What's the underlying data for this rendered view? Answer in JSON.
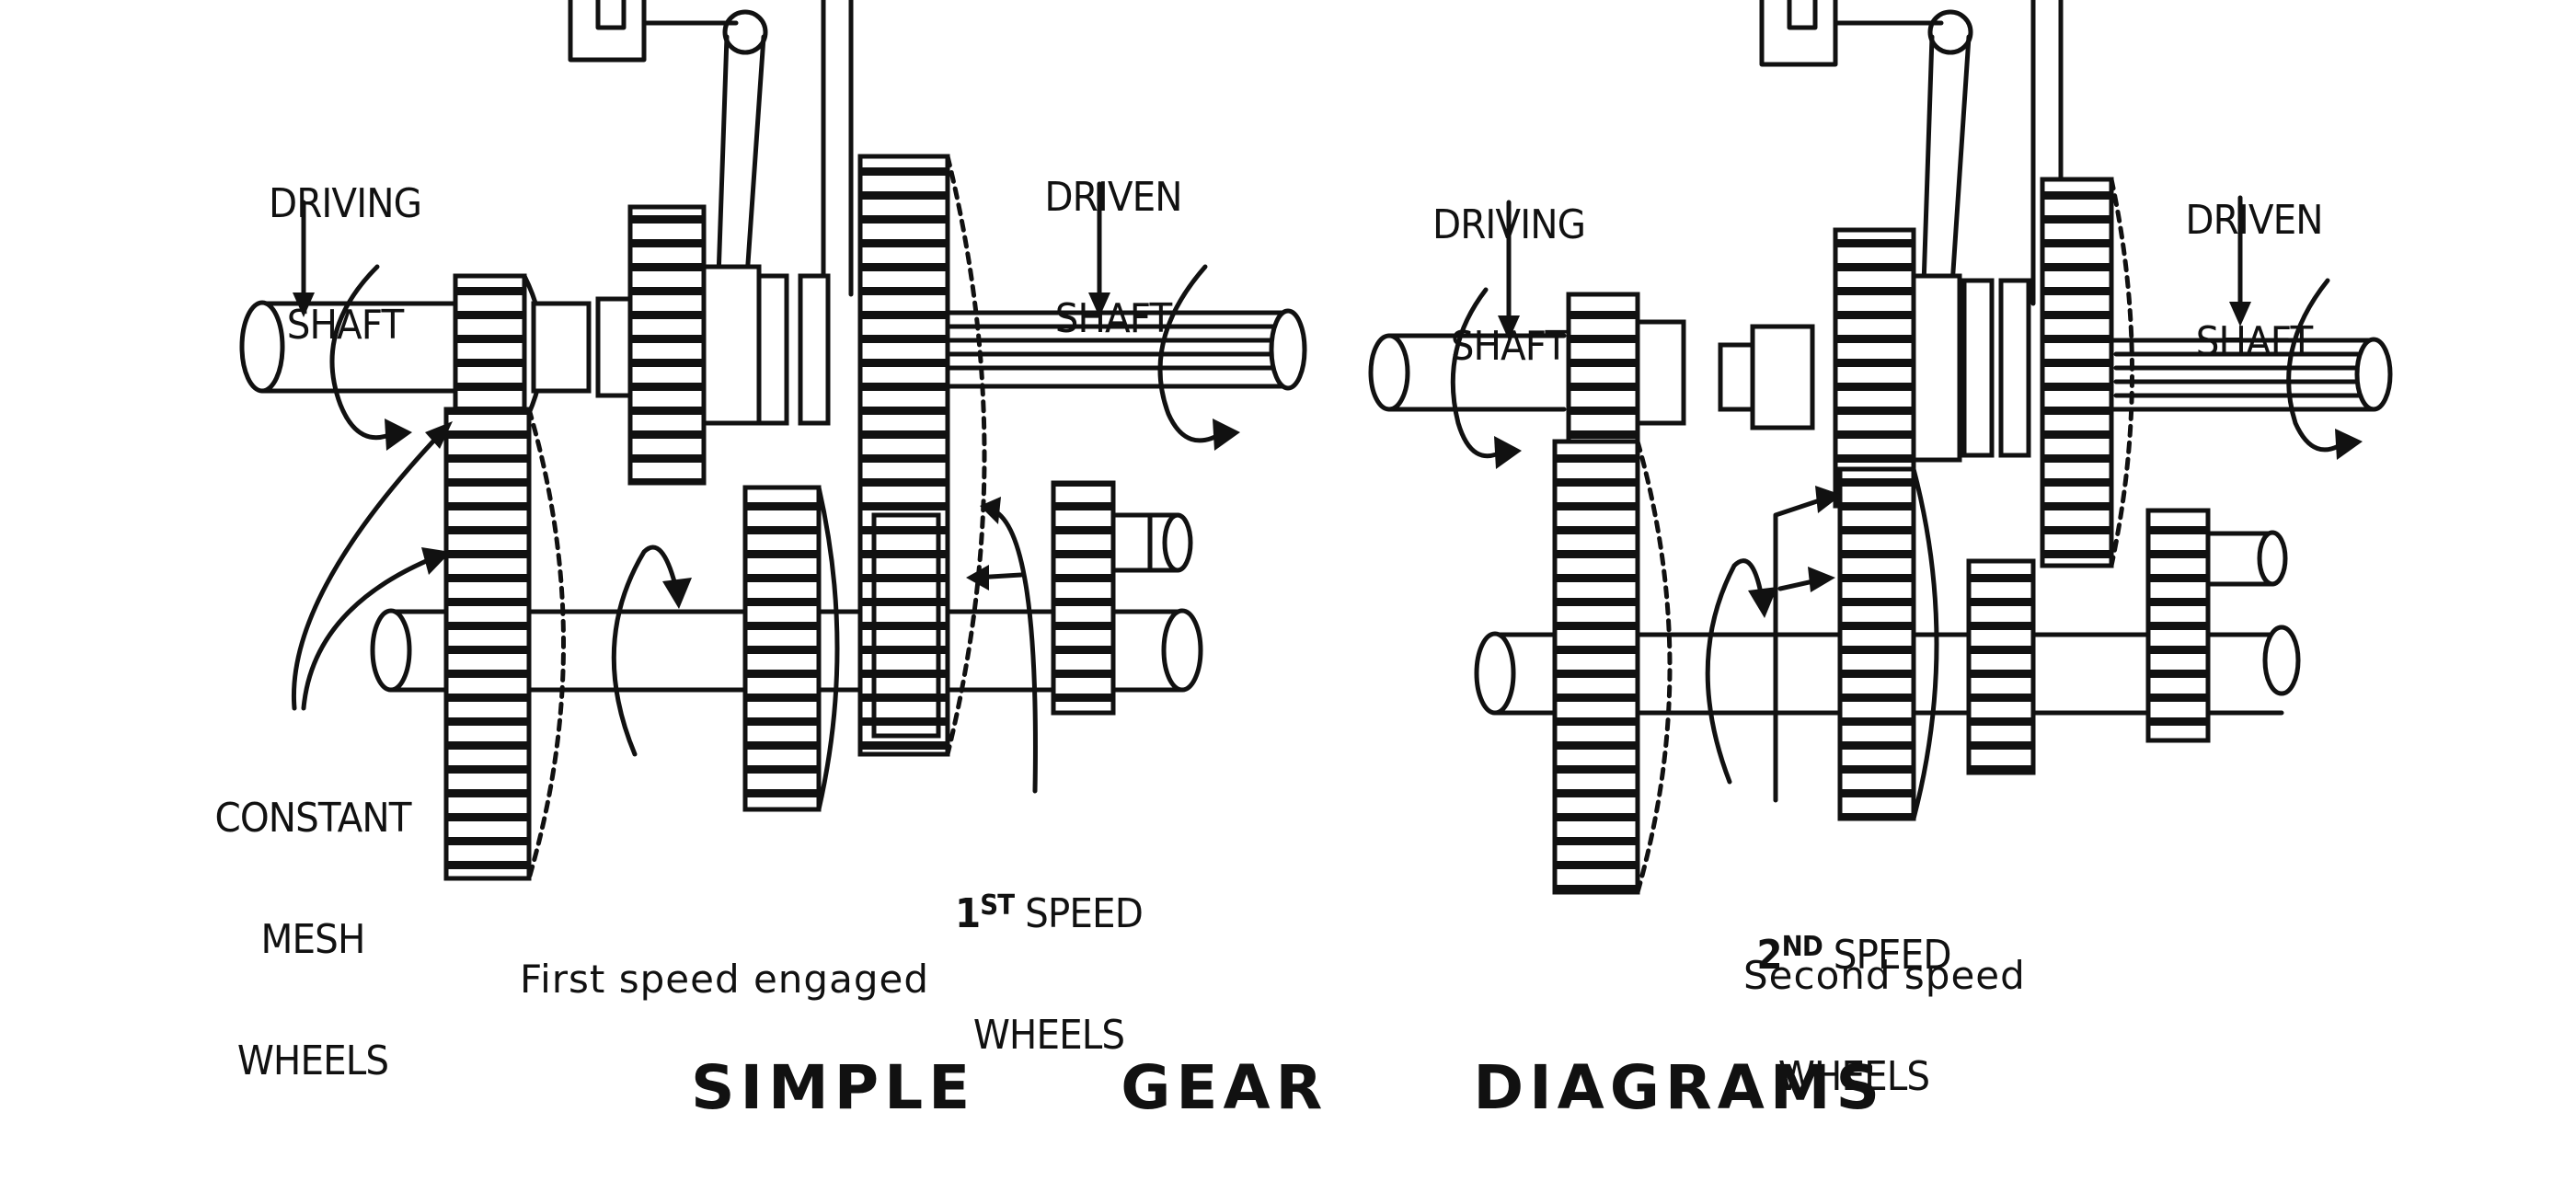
{
  "left": {
    "driving_shaft": [
      "DRIVING",
      "SHAFT"
    ],
    "driven_shaft": [
      "DRIVEN",
      "SHAFT"
    ],
    "constant_mesh": [
      "CONSTANT",
      "MESH",
      "WHEELS"
    ],
    "speed_wheels": {
      "ordinal": "1",
      "ordinal_suffix": "ST",
      "line1_rest": " SPEED",
      "line2": "WHEELS"
    },
    "caption": "First speed engaged"
  },
  "right": {
    "driving_shaft": [
      "DRIVING",
      "SHAFT"
    ],
    "driven_shaft": [
      "DRIVEN",
      "SHAFT"
    ],
    "speed_wheels": {
      "ordinal": "2",
      "ordinal_suffix": "ND",
      "line1_rest": " SPEED",
      "line2": "WHEELS"
    },
    "caption": "Second speed"
  },
  "title": "SIMPLE  GEAR  DIAGRAMS"
}
